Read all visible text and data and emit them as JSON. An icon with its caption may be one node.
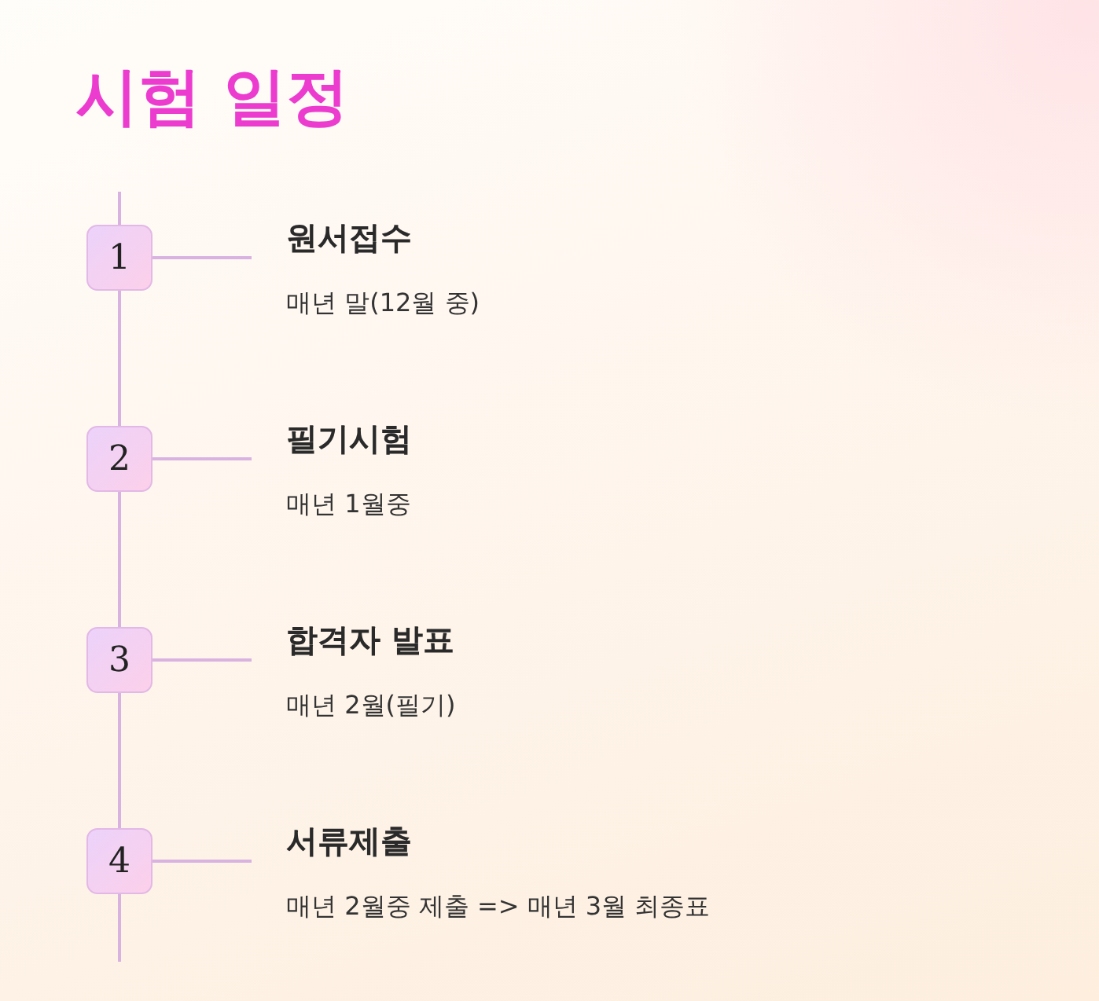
{
  "diagram": {
    "title": "시험 일정",
    "nodes": [
      {
        "text": [
          "1"
        ]
      },
      {
        "text": [
          "2"
        ]
      },
      {
        "text": [
          "3"
        ]
      },
      {
        "text": [
          "4"
        ]
      },
      {
        "text": [
          "원서접수",
          "매년 말(12월 중)"
        ]
      },
      {
        "text": [
          "필기시험",
          "매년 1월중"
        ]
      },
      {
        "text": [
          "합격자 발표",
          "매년 2월(필기)"
        ]
      },
      {
        "text": [
          "서류제출",
          "매년 2월중 제출 => 매년 3월 최종표"
        ]
      }
    ],
    "edges": [
      {
        "from": 0,
        "to": 1,
        "arrow": "none"
      },
      {
        "from": 1,
        "to": 2,
        "arrow": "none"
      },
      {
        "from": 2,
        "to": 3,
        "arrow": "none"
      },
      {
        "from": 0,
        "to": 4,
        "arrow": "none"
      },
      {
        "from": 1,
        "to": 5,
        "arrow": "none"
      },
      {
        "from": 2,
        "to": 6,
        "arrow": "none"
      },
      {
        "from": 3,
        "to": 7,
        "arrow": "none"
      }
    ]
  }
}
